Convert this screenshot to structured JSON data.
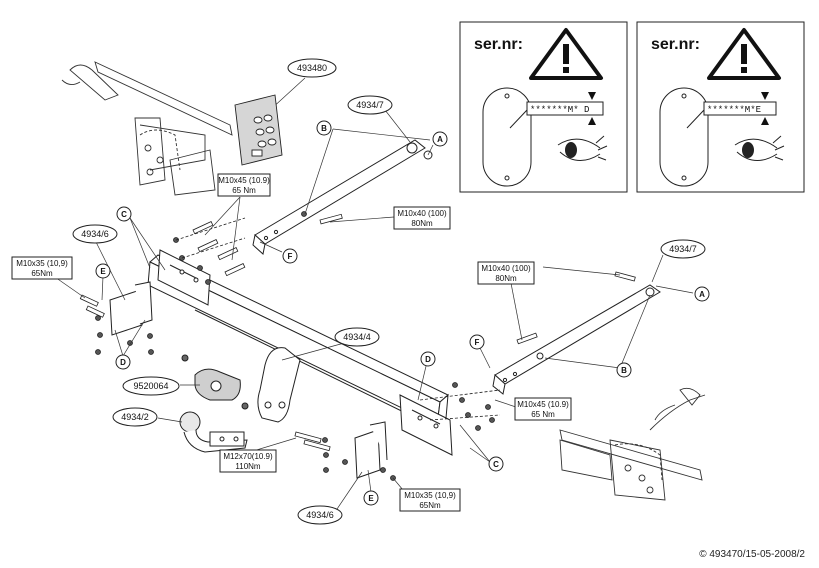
{
  "part_labels": [
    {
      "id": "p493480",
      "text": "493480"
    },
    {
      "id": "p4934_7_top",
      "text": "4934/7"
    },
    {
      "id": "p4934_6_left",
      "text": "4934/6"
    },
    {
      "id": "p4934_4",
      "text": "4934/4"
    },
    {
      "id": "p9520064",
      "text": "9520064"
    },
    {
      "id": "p4934_2",
      "text": "4934/2"
    },
    {
      "id": "p4934_7_right",
      "text": "4934/7"
    },
    {
      "id": "p4934_6_bottom",
      "text": "4934/6"
    }
  ],
  "specs": [
    {
      "id": "s1",
      "line1": "M10x45 (10.9)",
      "line2": "65 Nm"
    },
    {
      "id": "s2",
      "line1": "M10x35 (10,9)",
      "line2": "65Nm"
    },
    {
      "id": "s3",
      "line1": "M10x40 (100)",
      "line2": "80Nm"
    },
    {
      "id": "s4",
      "line1": "M10x40 (100)",
      "line2": "80Nm"
    },
    {
      "id": "s5",
      "line1": "M10x45 (10.9)",
      "line2": "65 Nm"
    },
    {
      "id": "s6",
      "line1": "M12x70(10.9)",
      "line2": "110Nm"
    },
    {
      "id": "s7",
      "line1": "M10x35 (10,9)",
      "line2": "65Nm"
    }
  ],
  "letters": {
    "a": "A",
    "b": "B",
    "c": "C",
    "d": "D",
    "e": "E",
    "f": "F"
  },
  "serial_panels": [
    {
      "title": "ser.nr:",
      "code": "*******M* D"
    },
    {
      "title": "ser.nr:",
      "code": "*******M*E"
    }
  ],
  "copyright": "© 493470/15-05-2008/2"
}
